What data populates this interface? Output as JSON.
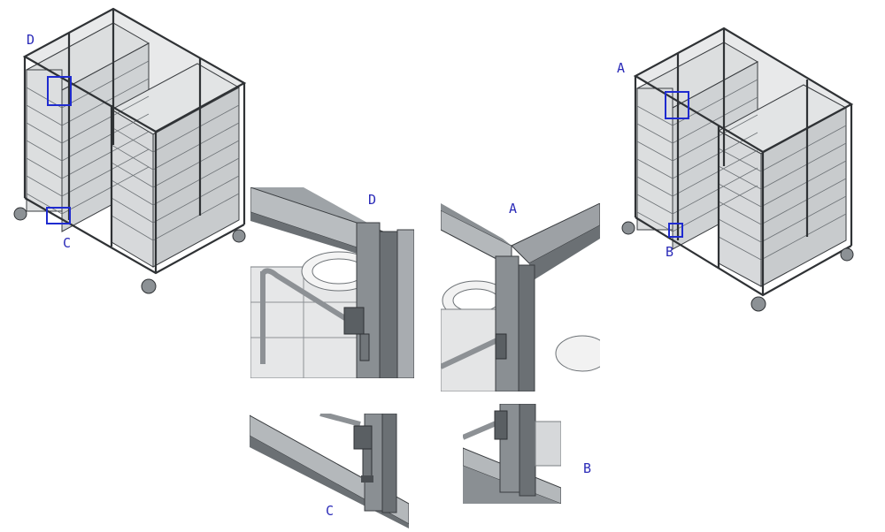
{
  "views": {
    "left_assembly": {
      "callouts": [
        "D",
        "C"
      ]
    },
    "right_assembly": {
      "callouts": [
        "A",
        "B"
      ]
    }
  },
  "detail_views": [
    {
      "id": "D",
      "label": "D"
    },
    {
      "id": "A",
      "label": "A"
    },
    {
      "id": "C",
      "label": "C"
    },
    {
      "id": "B",
      "label": "B"
    }
  ],
  "colors": {
    "callout": "#2b2bb8",
    "frame_light": "#c9cbcd",
    "frame_mid": "#9a9ea2",
    "frame_dark": "#5f6468",
    "outline": "#3a3d40"
  }
}
